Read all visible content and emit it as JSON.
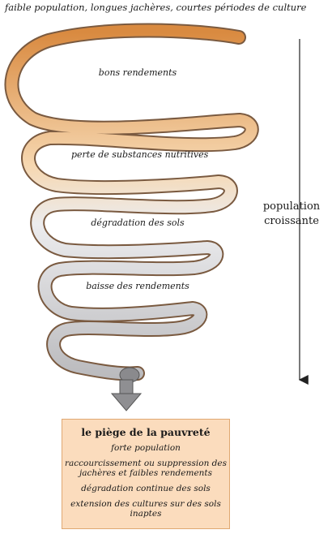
{
  "diagram": {
    "top_caption": "faible population, longues jachères, courtes périodes de culture",
    "stages": [
      "bons rendements",
      "perte de substances nutritives",
      "dégradation des sols",
      "baisse des rendements"
    ],
    "side_label_line1": "population",
    "side_label_line2": "croissante",
    "trap": {
      "title": "le piège de la pauvreté",
      "items": [
        "forte population",
        "raccourcissement ou suppression des jachères et faibles rendements",
        "dégradation continue des sols",
        "extension des cultures sur des sols inaptes"
      ]
    },
    "colors": {
      "spiral_top": "#d98a40",
      "spiral_mid": "#f6d7b0",
      "spiral_bottom": "#b9b9bc",
      "box_fill": "#fbdcbd",
      "box_border": "#e0a872",
      "arrow": "#8f8f92"
    }
  }
}
